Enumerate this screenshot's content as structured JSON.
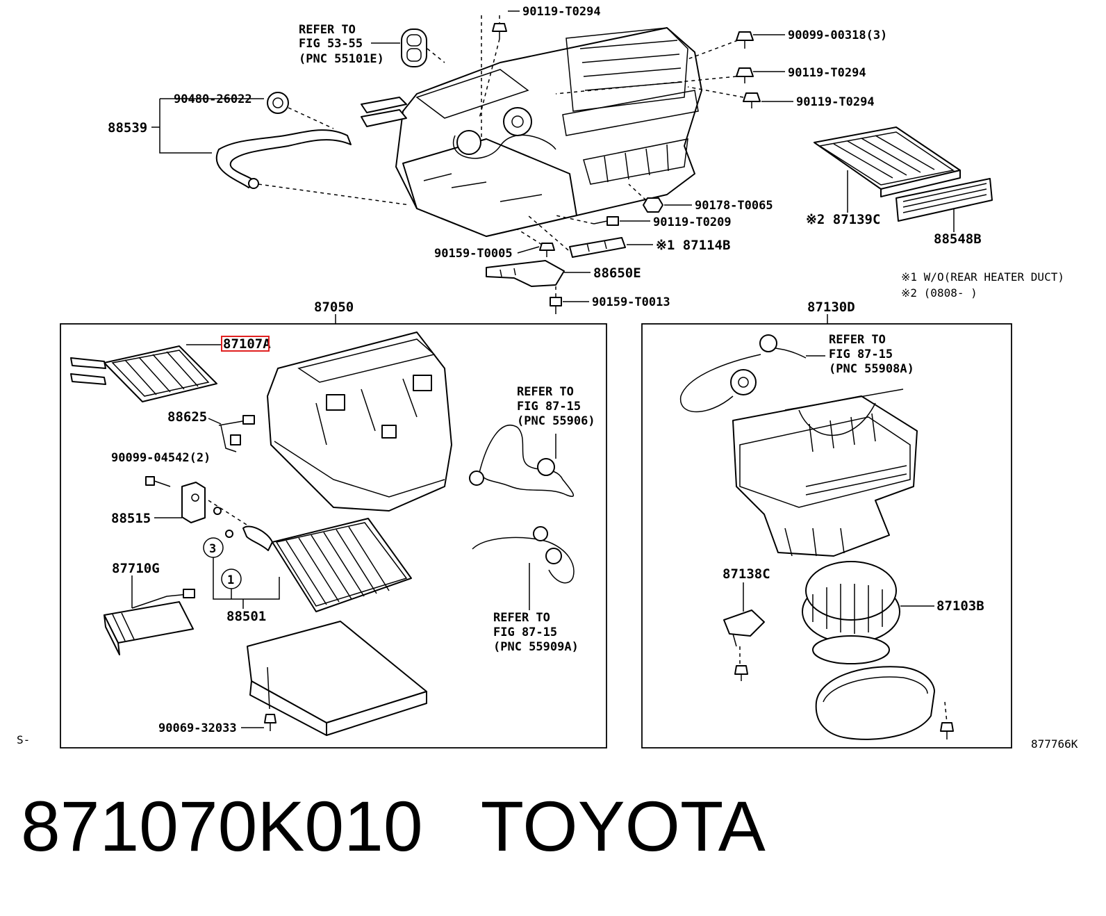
{
  "labels": {
    "refer_53_55_l1": "REFER TO",
    "refer_53_55_l2": "FIG 53-55",
    "refer_53_55_l3": "(PNC 55101E)",
    "p_90119_t0294_a": "90119-T0294",
    "p_90099_00318": "90099-00318(3)",
    "p_90119_t0294_b": "90119-T0294",
    "p_90119_t0294_c": "90119-T0294",
    "p_90480_26022": "90480-26022",
    "p_88539": "88539",
    "p_90178_t0065": "90178-T0065",
    "p_90119_t0209": "90119-T0209",
    "p_87114b": "※1 87114B",
    "p_90159_t0005": "90159-T0005",
    "p_88650e": "88650E",
    "p_90159_t0013": "90159-T0013",
    "p_87139c": "※2 87139C",
    "p_88548b": "88548B",
    "note_1": "※1 W/O(REAR HEATER DUCT)",
    "note_2": "※2 (0808-       )",
    "p_87050": "87050",
    "p_87130d": "87130D",
    "p_87107a": "87107A",
    "p_88625": "88625",
    "p_90099_04542": "90099-04542(2)",
    "p_88515": "88515",
    "p_87710g": "87710G",
    "p_88501": "88501",
    "p_90069_32033": "90069-32033",
    "refer_87_15_a_l1": "REFER TO",
    "refer_87_15_a_l2": "FIG 87-15",
    "refer_87_15_a_l3": "(PNC 55906)",
    "refer_87_15_b_l1": "REFER TO",
    "refer_87_15_b_l2": "FIG 87-15",
    "refer_87_15_b_l3": "(PNC 55909A)",
    "refer_87_15_c_l1": "REFER TO",
    "refer_87_15_c_l2": "FIG 87-15",
    "refer_87_15_c_l3": "(PNC 55908A)",
    "p_87138c": "87138C",
    "p_87103b": "87103B",
    "callout_3": "3",
    "callout_1": "1",
    "corner_left": "S-",
    "corner_right": "877766K"
  },
  "caption": {
    "part_number": "871070K010",
    "brand": "TOYOTA"
  },
  "colors": {
    "highlight": "#e02020",
    "ink": "#000000"
  }
}
